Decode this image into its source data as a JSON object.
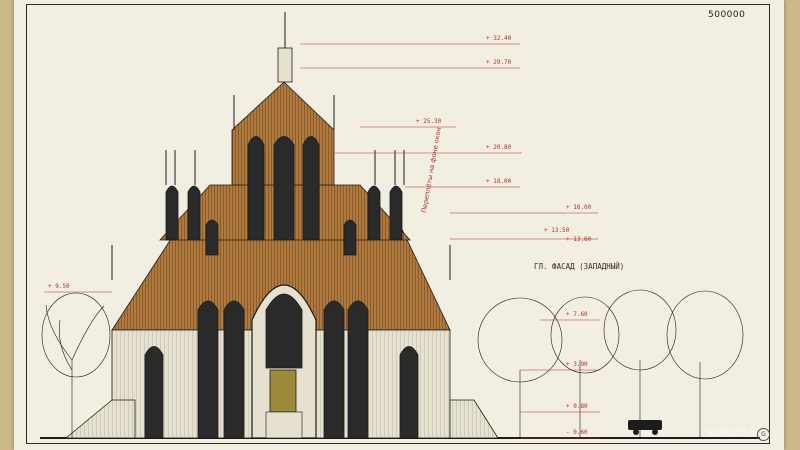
{
  "sheet": {
    "number": "500000",
    "title": "ГЛ. ФАСАД (ЗАПАДНЫЙ)",
    "vertical_note": "Переплёты на фоне окон",
    "watermark": "NDNEWS.RU",
    "badge": "G"
  },
  "elevation_marks": [
    "+ 32.40",
    "+ 29.70",
    "+ 25.30",
    "+ 20.80",
    "+ 18.00",
    "+ 16.00",
    "+ 13.60",
    "+ 13.50",
    "+ 9.50",
    "+ 7.60",
    "+ 3.90",
    "+ 0.80",
    "- 0.60"
  ],
  "colors": {
    "paper": "#f2eee2",
    "roof": "#b07a3e",
    "roof_dark": "#7a4f22",
    "ink": "#1c1c1c",
    "marks": "#b03030"
  }
}
